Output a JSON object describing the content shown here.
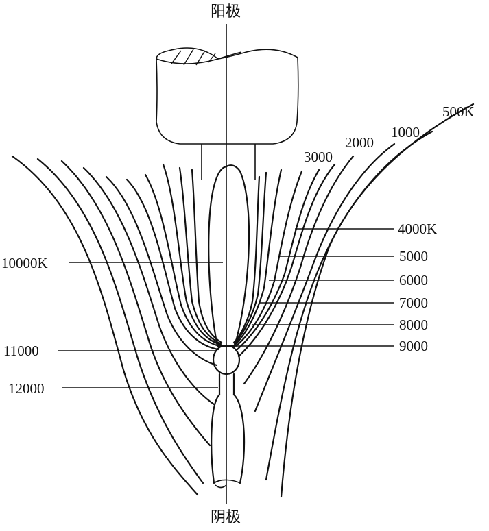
{
  "labels": {
    "anode": "阳极",
    "cathode": "阴极",
    "k500": "500K",
    "k1000": "1000",
    "k2000": "2000",
    "k3000": "3000",
    "k4000": "4000K",
    "k5000": "5000",
    "k6000": "6000",
    "k7000": "7000",
    "k8000": "8000",
    "k9000": "9000",
    "k10000": "10000K",
    "k11000": "11000",
    "k12000": "12000"
  }
}
